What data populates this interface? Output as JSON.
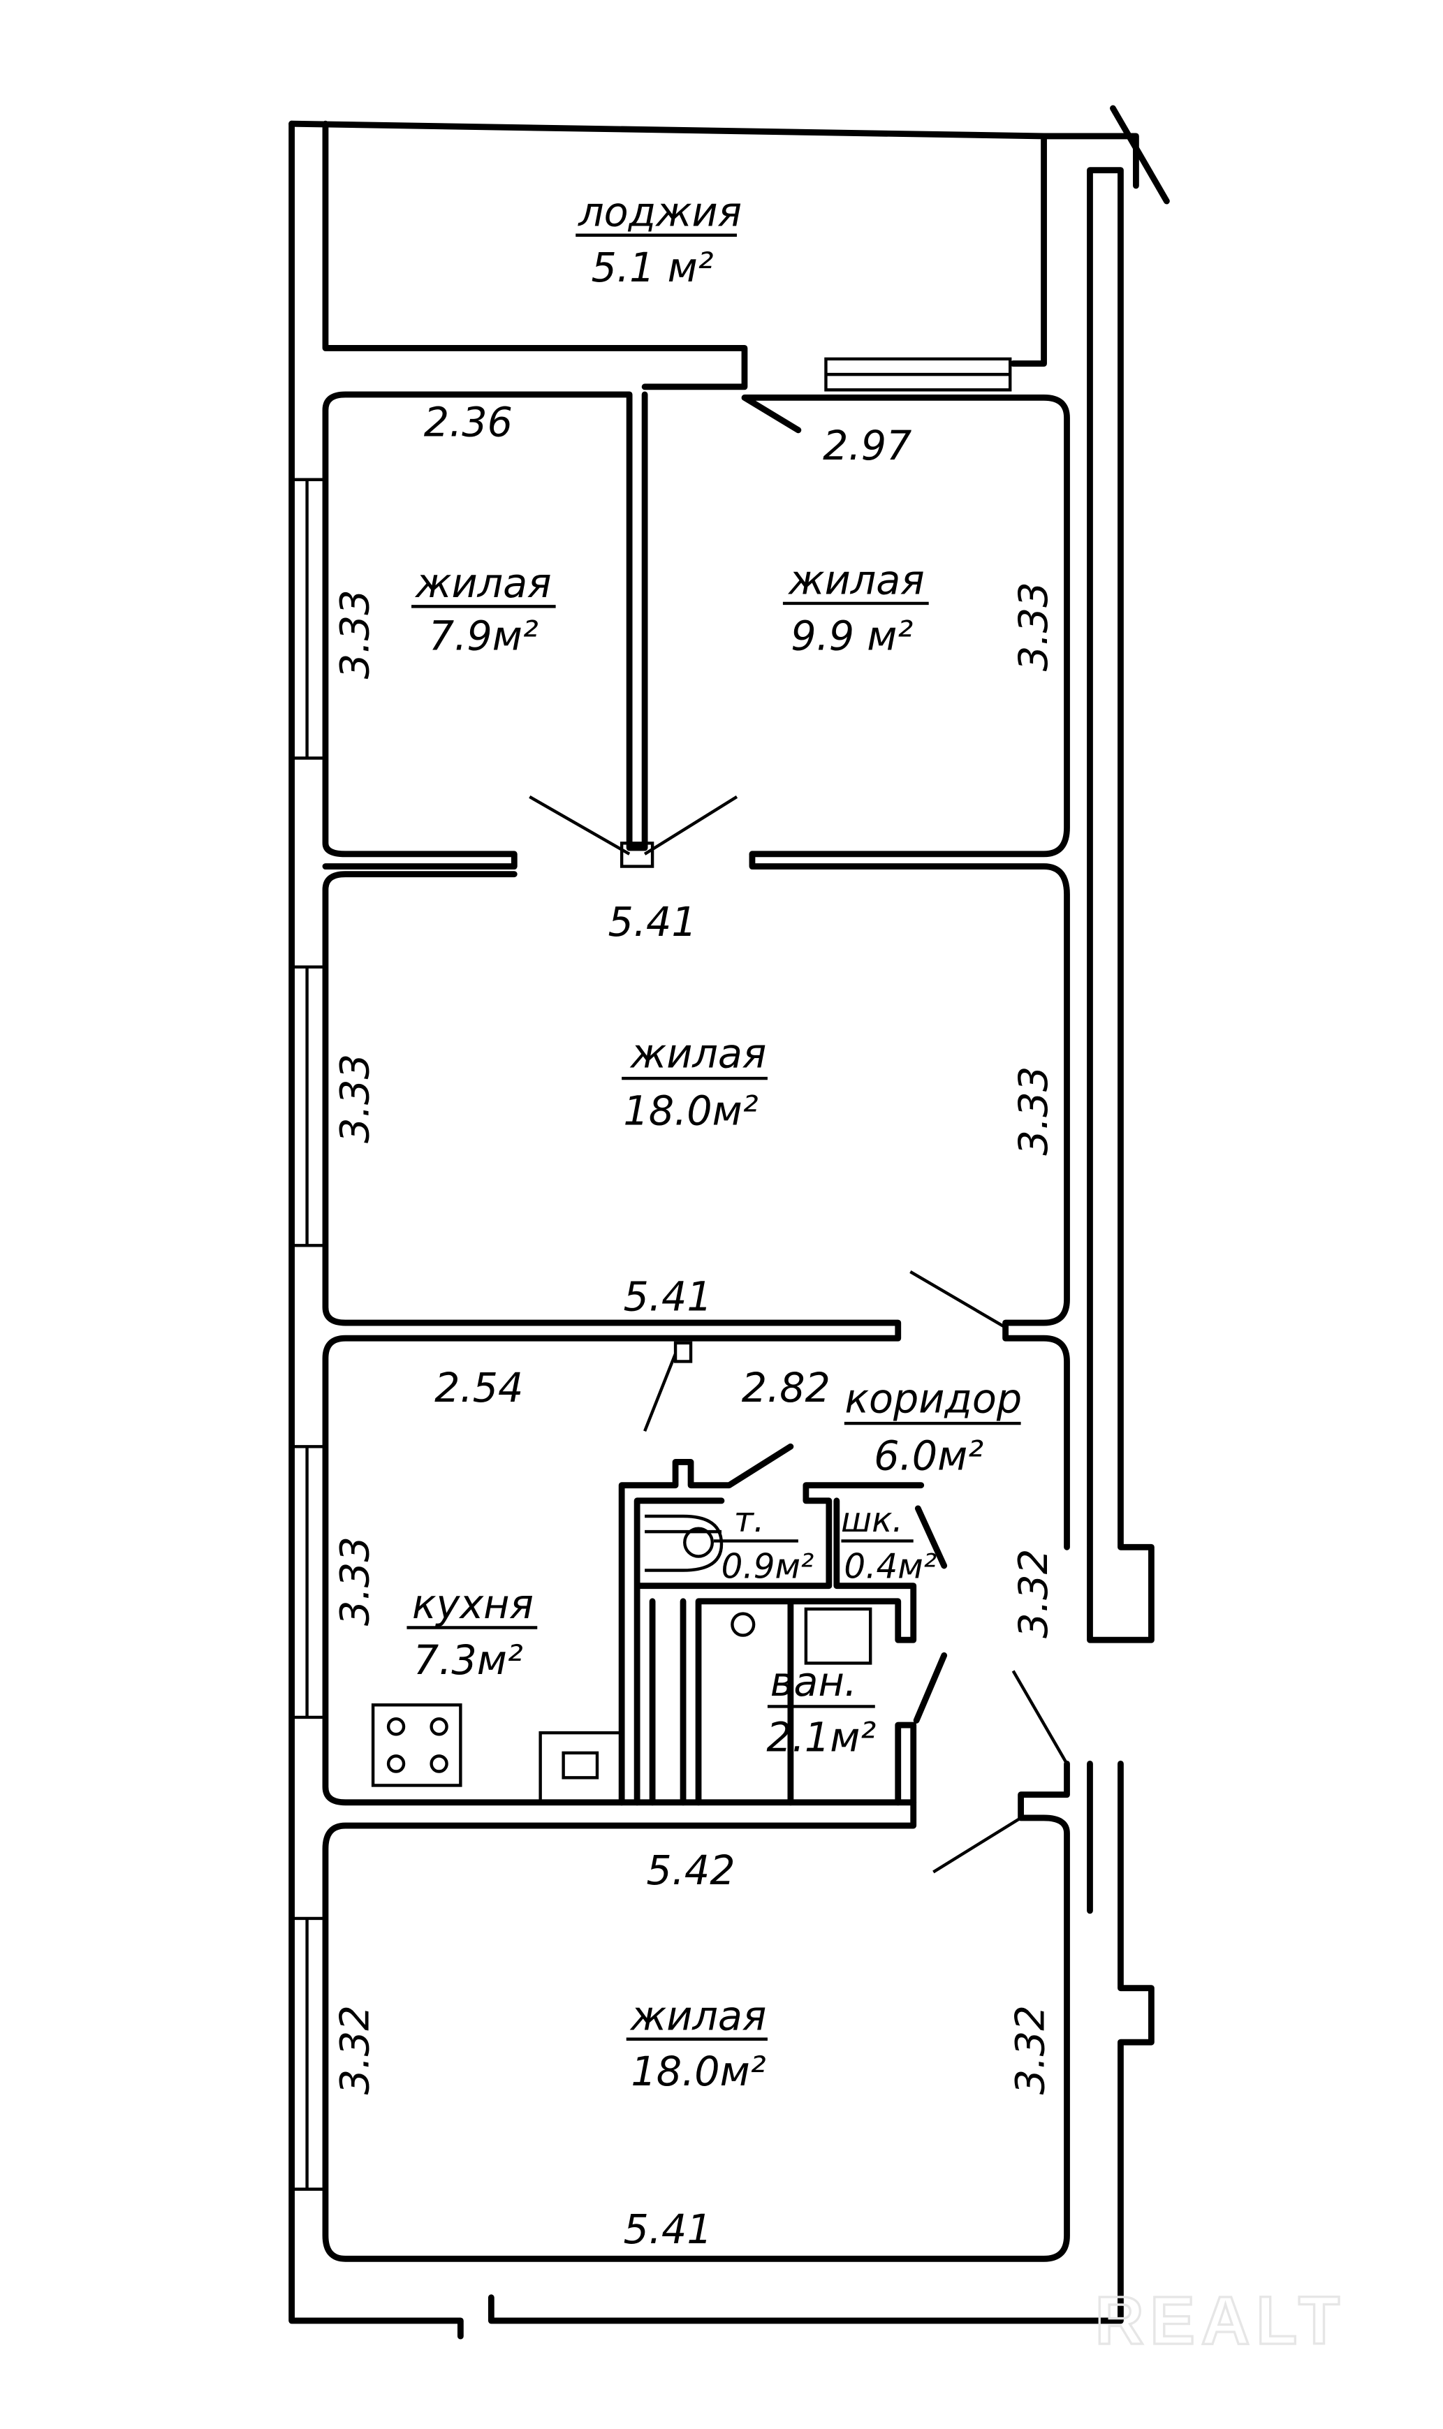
{
  "rooms": {
    "loggia": {
      "name": "лоджия",
      "area": "5.1 м²"
    },
    "living1": {
      "name": "жилая",
      "area": "7.9м²"
    },
    "living2": {
      "name": "жилая",
      "area": "9.9 м²"
    },
    "living3": {
      "name": "жилая",
      "area": "18.0м²"
    },
    "corridor": {
      "name": "коридор",
      "area": "6.0м²"
    },
    "toilet": {
      "name": "т.",
      "area": "0.9м²"
    },
    "closet": {
      "name": "шк.",
      "area": "0.4м²"
    },
    "kitchen": {
      "name": "кухня",
      "area": "7.3м²"
    },
    "bath": {
      "name": "ван.",
      "area": "2.1м²"
    },
    "living4": {
      "name": "жилая",
      "area": "18.0м²"
    }
  },
  "dimensions": {
    "d236": "2.36",
    "d297": "2.97",
    "d333a": "3.33",
    "d333b": "3.33",
    "d541a": "5.41",
    "d333c": "3.33",
    "d333d": "3.33",
    "d541b": "5.41",
    "d254": "2.54",
    "d282": "2.82",
    "d333e": "3.33",
    "d332a": "3.32",
    "d542": "5.42",
    "d332b": "3.32",
    "d332c": "3.32",
    "d541c": "5.41"
  },
  "watermark": "REALT"
}
